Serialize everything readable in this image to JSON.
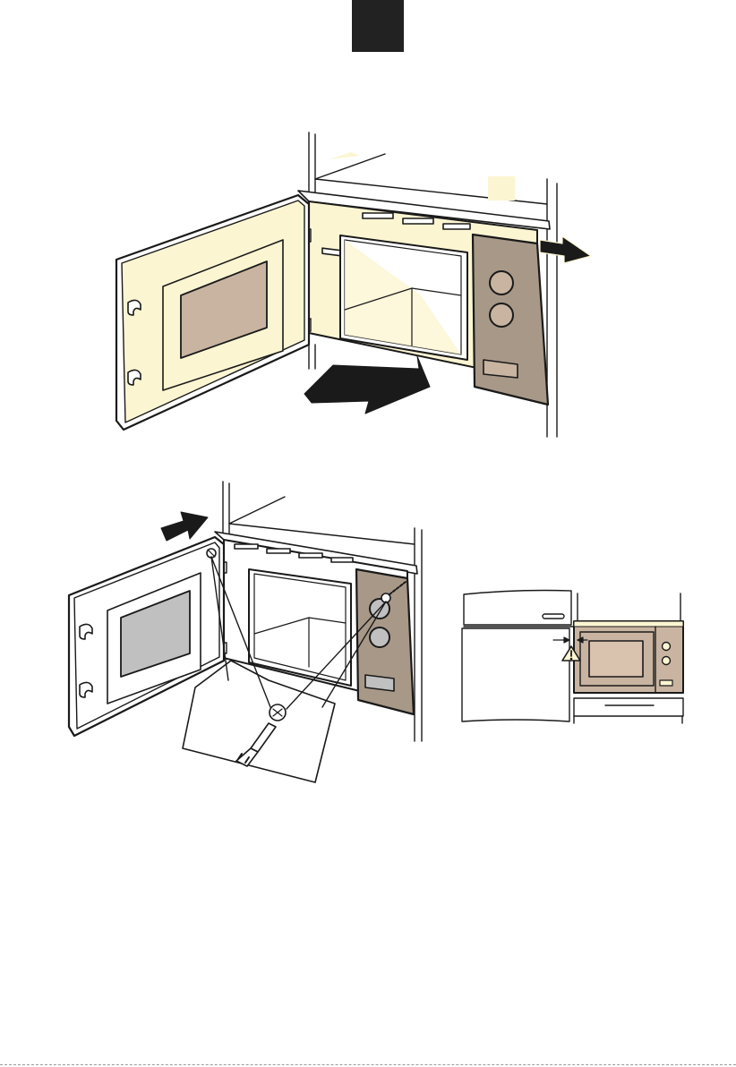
{
  "page": {
    "language_tab": "",
    "colors": {
      "cream": "#fcf5d2",
      "window": "#c8b4a0",
      "panel": "#a89888",
      "window_grey": "#c0c0c0",
      "outline": "#1a1a1a",
      "tab": "#222222"
    }
  },
  "figures": [
    {
      "id": "figure-1",
      "content": "oven-pushed-into-cabinet-with-open-door"
    },
    {
      "id": "figure-2",
      "content": "oven-fixed-with-two-screws"
    },
    {
      "id": "figure-3",
      "content": "installed-oven-gap-warning"
    }
  ]
}
